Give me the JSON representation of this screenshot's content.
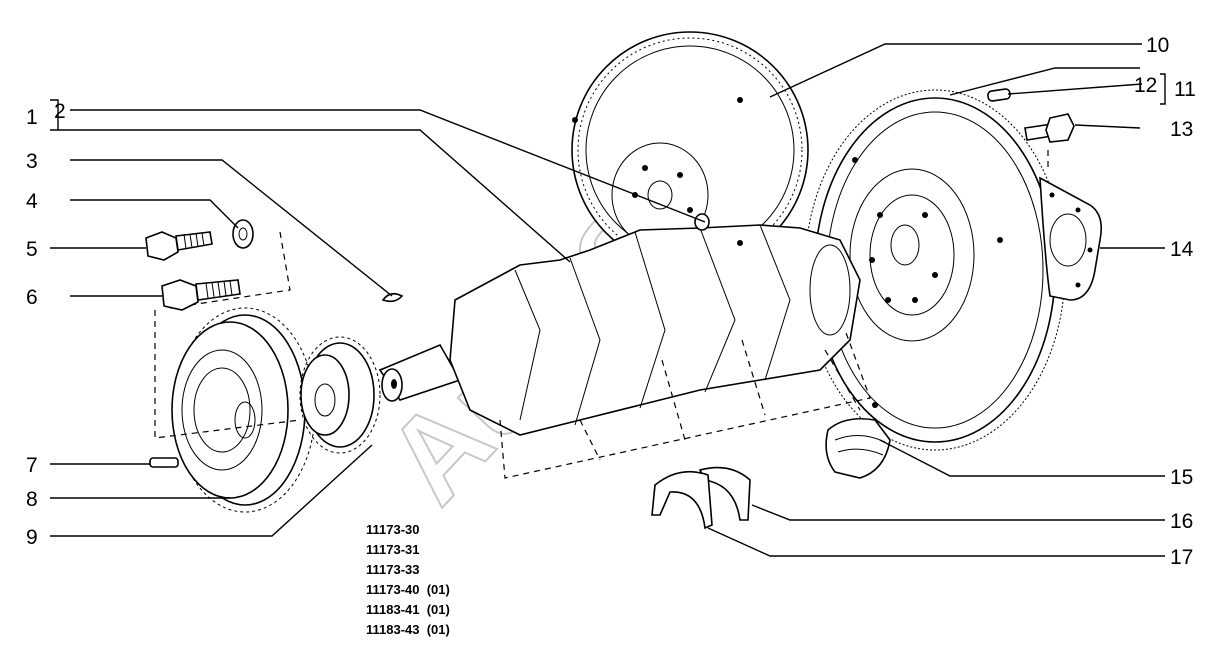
{
  "callouts": [
    {
      "id": "1",
      "label": "1"
    },
    {
      "id": "2",
      "label": "2"
    },
    {
      "id": "3",
      "label": "3"
    },
    {
      "id": "4",
      "label": "4"
    },
    {
      "id": "5",
      "label": "5"
    },
    {
      "id": "6",
      "label": "6"
    },
    {
      "id": "7",
      "label": "7"
    },
    {
      "id": "8",
      "label": "8"
    },
    {
      "id": "9",
      "label": "9"
    },
    {
      "id": "10",
      "label": "10"
    },
    {
      "id": "11",
      "label": "11"
    },
    {
      "id": "12",
      "label": "12"
    },
    {
      "id": "13",
      "label": "13"
    },
    {
      "id": "14",
      "label": "14"
    },
    {
      "id": "15",
      "label": "15"
    },
    {
      "id": "16",
      "label": "16"
    },
    {
      "id": "17",
      "label": "17"
    }
  ],
  "model_codes": [
    "11173-30",
    "11173-31",
    "11173-33",
    "11173-40  (01)",
    "11183-41  (01)",
    "11183-43  (01)"
  ],
  "watermark": "AutoSoft"
}
